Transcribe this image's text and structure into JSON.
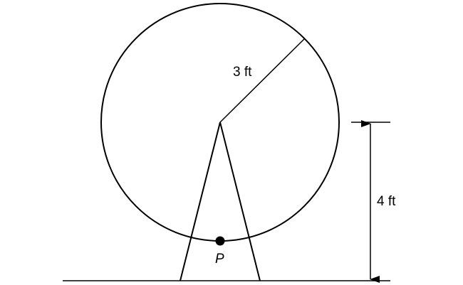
{
  "labels": {
    "radius": "3 ft",
    "height": "4 ft",
    "point": "P"
  },
  "colors": {
    "stroke": "#000000",
    "background": "#ffffff"
  }
}
